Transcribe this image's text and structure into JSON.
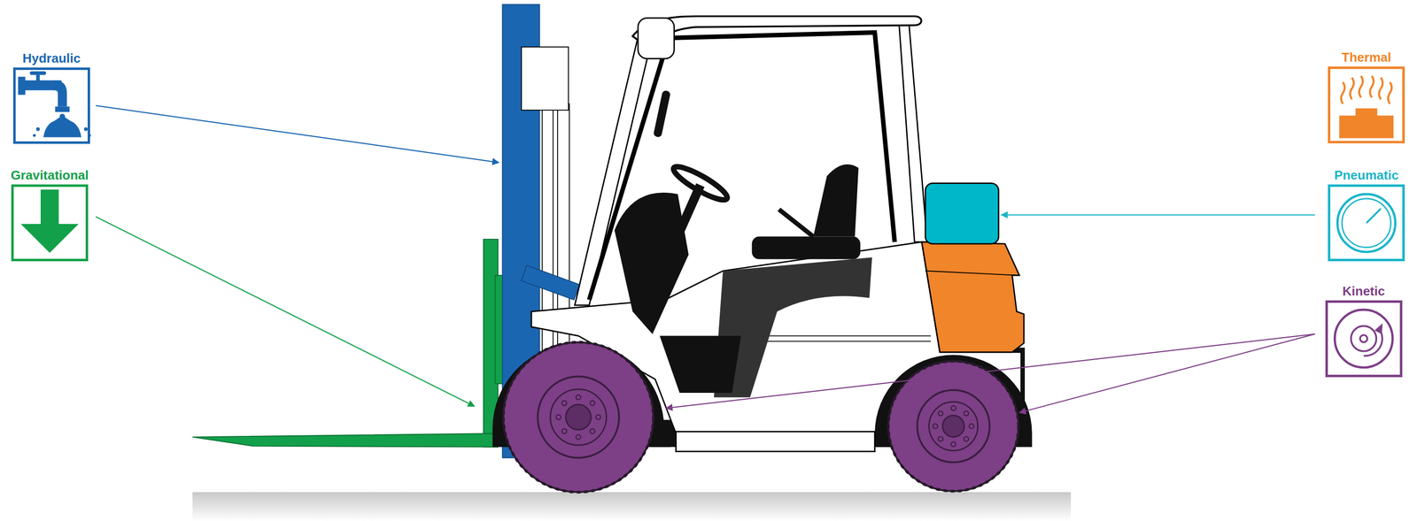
{
  "diagram": {
    "nodes": [
      {
        "text": [
          "Hydraulic"
        ]
      },
      {
        "text": [
          "Gravitational"
        ]
      },
      {
        "text": [
          "Thermal"
        ]
      },
      {
        "text": [
          "Pneumatic"
        ]
      },
      {
        "text": [
          "Kinetic"
        ]
      }
    ]
  }
}
